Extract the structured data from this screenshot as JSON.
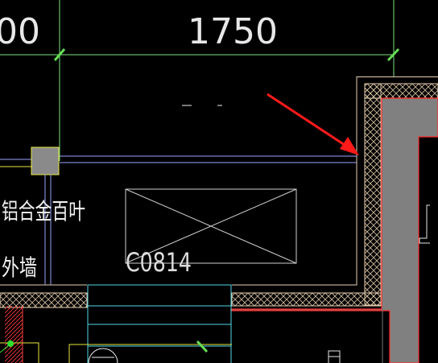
{
  "drawing": {
    "dimension_main": "1750",
    "dimension_partial_left": "00",
    "window_tag": "C0814",
    "label_line1": "铝合金百叶",
    "label_line2": "外墙"
  },
  "colors": {
    "background": "#000000",
    "dimension_line": "#7ee07e",
    "tick": "#66dd55",
    "wall_fill": "#808080",
    "wall_outline": "#ff2b2b",
    "insulation": "#e8d0b0",
    "window_frame": "#9aa3ff",
    "stair": "#4fd8e8",
    "arrow": "#ff1a1a",
    "yellow_line": "#e6e640",
    "white": "#f0f0f0"
  }
}
